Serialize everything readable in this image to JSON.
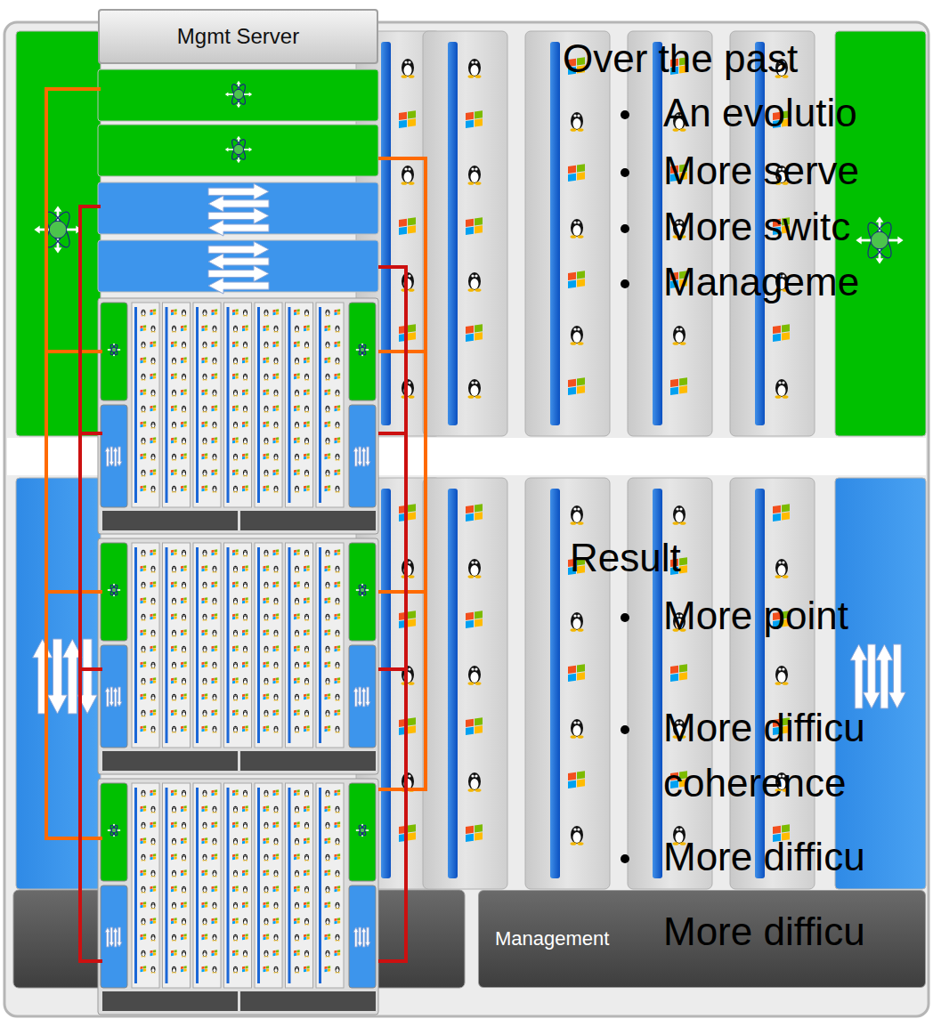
{
  "diagram": {
    "nodes": [
      {
        "text": [
          "Mgmt Server"
        ]
      },
      {
        "text": [
          "Management"
        ]
      }
    ],
    "labels": [
      "Over the past",
      "An evolutio",
      "More serve",
      "More switc",
      "Manageme",
      "Result",
      "More point",
      "More difficu",
      "coherence",
      "More difficu",
      "More difficu"
    ]
  }
}
